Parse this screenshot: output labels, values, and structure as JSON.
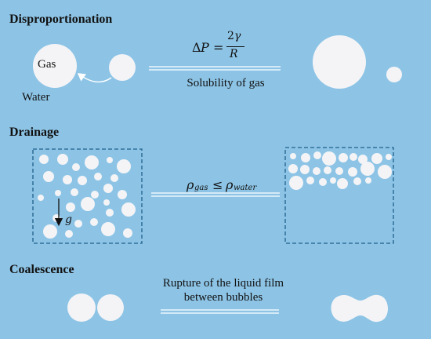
{
  "colors": {
    "background": "#8dc4e6",
    "bubble": "#f4f4f6",
    "box_border": "#1f5f8b"
  },
  "sections": {
    "disproportionation": {
      "heading": "Disproportionation",
      "gas_label": "Gas",
      "water_label": "Water",
      "caption": "Solubility of gas"
    },
    "drainage": {
      "heading": "Drainage",
      "gravity_label": "g"
    },
    "coalescence": {
      "heading": "Coalescence",
      "caption_line1": "Rupture of the liquid film",
      "caption_line2": "between bubbles"
    }
  }
}
